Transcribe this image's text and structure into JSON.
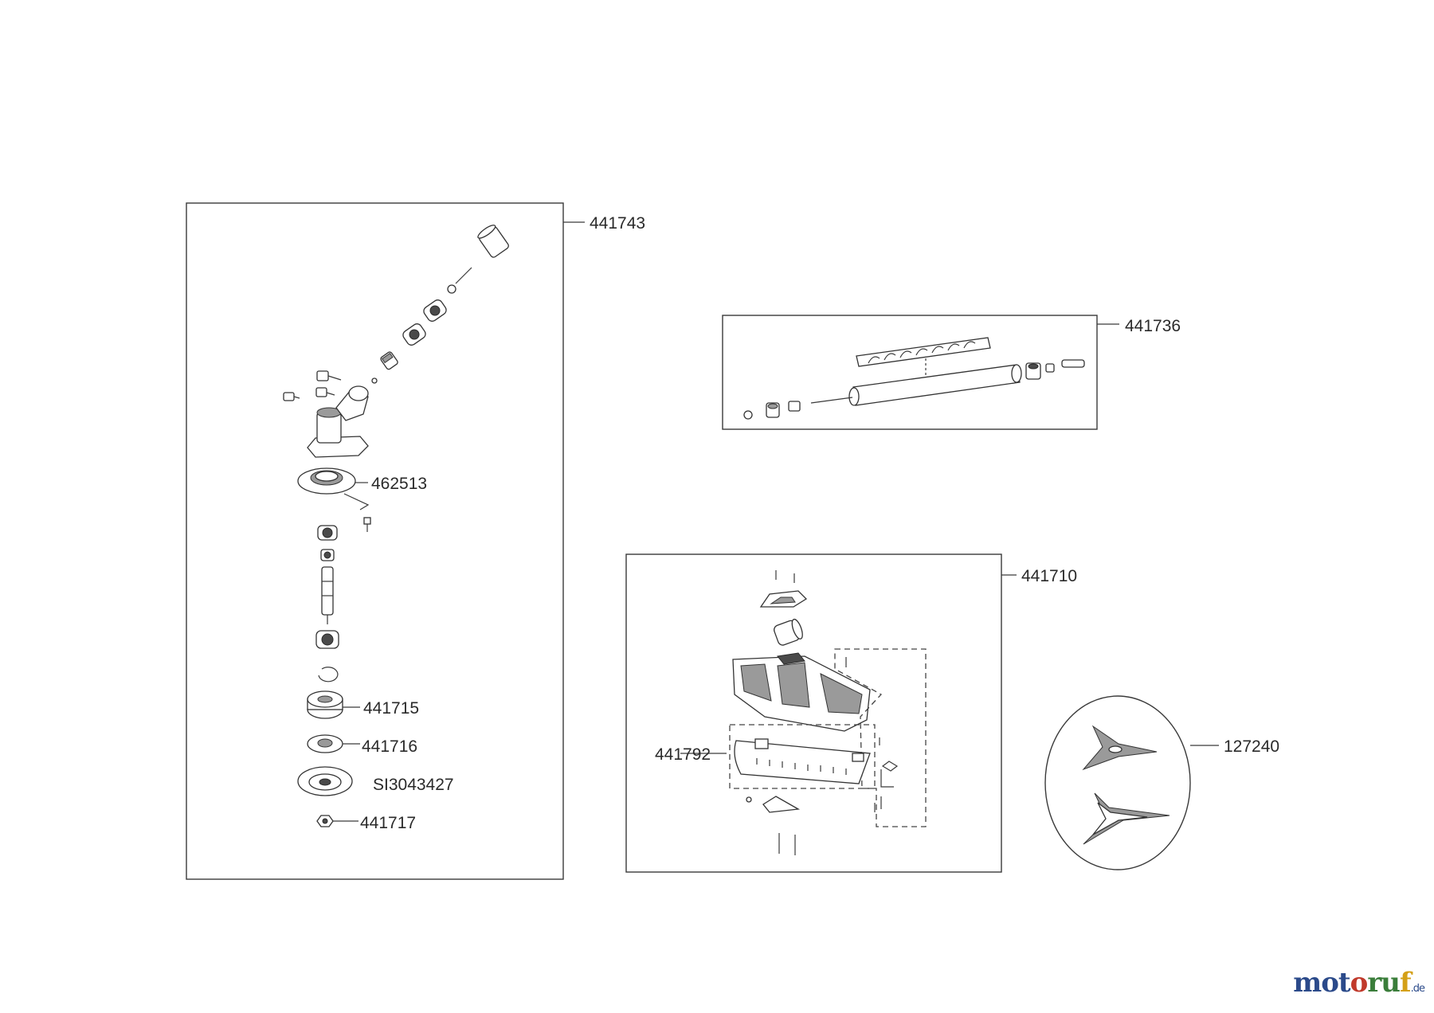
{
  "diagram": {
    "groups": [
      {
        "id": "gear-head",
        "part_number": "441743"
      },
      {
        "id": "shaft",
        "part_number": "441736"
      },
      {
        "id": "guard",
        "part_number": "441710"
      },
      {
        "id": "blade",
        "part_number": "127240"
      }
    ],
    "parts": [
      {
        "id": "flange",
        "part_number": "462513"
      },
      {
        "id": "holder",
        "part_number": "441715"
      },
      {
        "id": "washer",
        "part_number": "441716"
      },
      {
        "id": "cover",
        "part_number": "SI3043427"
      },
      {
        "id": "nut",
        "part_number": "441717"
      },
      {
        "id": "guard-extension",
        "part_number": "441792"
      }
    ]
  },
  "watermark": {
    "brand_parts": [
      "mot",
      "o",
      "ru",
      "f"
    ],
    "tld": ".de"
  }
}
